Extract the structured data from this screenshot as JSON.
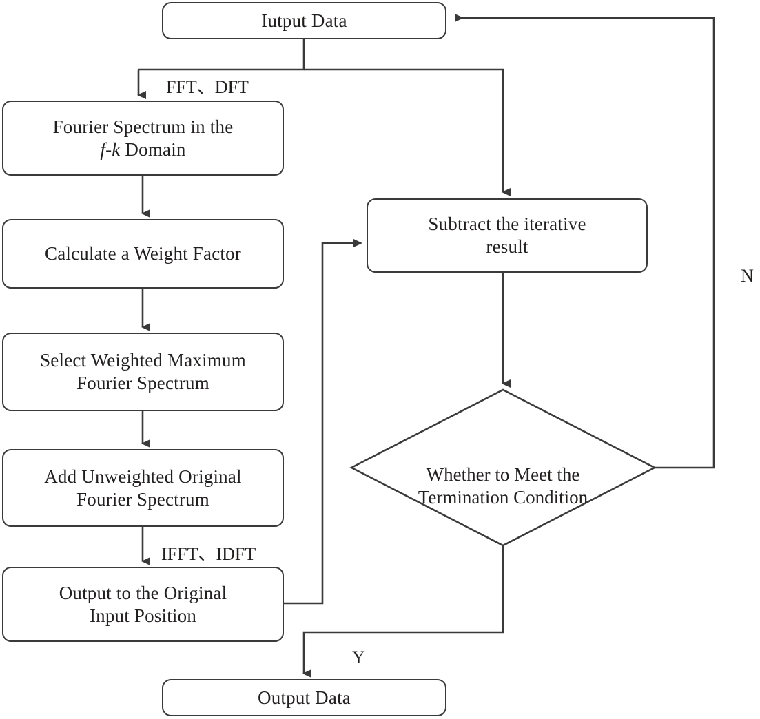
{
  "diagram": {
    "title": "Iterative f-k domain Fourier spectrum flowchart",
    "line_color": "#3a3a3a",
    "text_color": "#221f1f",
    "background": "#ffffff",
    "nodes": {
      "input": {
        "label": "Iutput Data",
        "shape": "rounded-rect"
      },
      "fourier_spectrum": {
        "line1": "Fourier Spectrum in the",
        "line2_pre": "",
        "line2_italic": "f-k",
        "line2_post": " Domain",
        "shape": "rounded-rect"
      },
      "weight_factor": {
        "label": "Calculate a Weight Factor",
        "shape": "rounded-rect"
      },
      "select_max": {
        "label": "Select Weighted Maximum\nFourier Spectrum",
        "shape": "rounded-rect"
      },
      "add_unweighted": {
        "label": "Add Unweighted Original\nFourier Spectrum",
        "shape": "rounded-rect"
      },
      "output_position": {
        "label": "Output to the Original\nInput Position",
        "shape": "rounded-rect"
      },
      "subtract": {
        "label": "Subtract the iterative\nresult",
        "shape": "rounded-rect"
      },
      "decision": {
        "label": "Whether to Meet the\nTermination Condition",
        "shape": "diamond"
      },
      "output": {
        "label": "Output Data",
        "shape": "rounded-rect"
      }
    },
    "edge_labels": {
      "fft": "FFT、DFT",
      "ifft": "IFFT、IDFT",
      "yes": "Y",
      "no": "N"
    }
  }
}
